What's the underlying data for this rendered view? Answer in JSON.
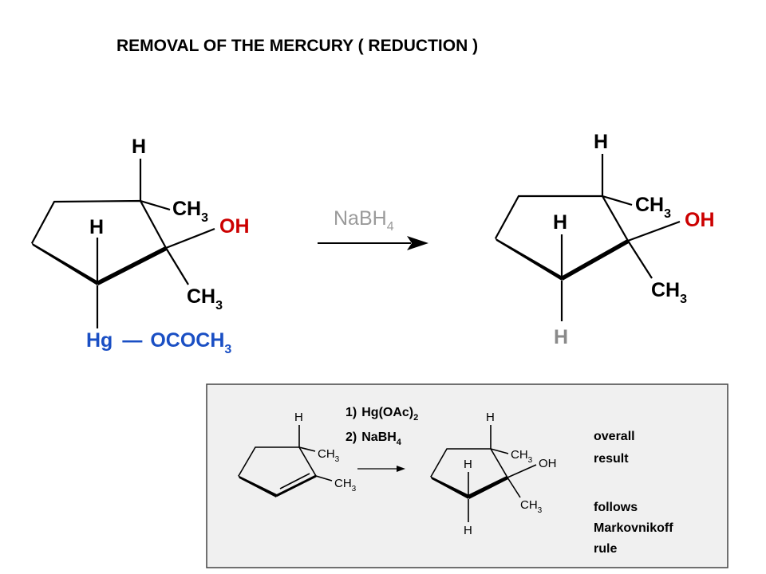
{
  "title": "REMOVAL OF THE MERCURY   ( REDUCTION )",
  "colors": {
    "oh": "#cc0000",
    "mercury": "#1a4fc4",
    "reagent": "#9a9a9a",
    "product_h": "#8a8a8a",
    "inset_bg": "#f0f0f0",
    "inset_border": "#444444"
  },
  "left_molecule": {
    "h_top": "H",
    "h_left": "H",
    "ch3_upper": "CH",
    "ch3_upper_sub": "3",
    "oh": "OH",
    "ch3_lower": "CH",
    "ch3_lower_sub": "3",
    "hg": "Hg",
    "dash": "—",
    "acetate": "OCOCH",
    "acetate_sub": "3"
  },
  "reagent": {
    "label": "NaBH",
    "label_sub": "4"
  },
  "right_molecule": {
    "h_top": "H",
    "h_left": "H",
    "ch3_upper": "CH",
    "ch3_upper_sub": "3",
    "oh": "OH",
    "ch3_lower": "CH",
    "ch3_lower_sub": "3",
    "h_bottom": "H"
  },
  "inset": {
    "step1_num": "1)",
    "step1": "Hg(OAc)",
    "step1_sub": "2",
    "step2_num": "2)",
    "step2": "NaBH",
    "step2_sub": "4",
    "reactant": {
      "h_top": "H",
      "ch3_upper": "CH",
      "ch3_upper_sub": "3",
      "ch3_lower": "CH",
      "ch3_lower_sub": "3"
    },
    "product": {
      "h_top": "H",
      "h_left": "H",
      "ch3_upper": "CH",
      "ch3_upper_sub": "3",
      "oh": "OH",
      "ch3_lower": "CH",
      "ch3_lower_sub": "3",
      "h_bottom": "H"
    },
    "note1_line1": "overall",
    "note1_line2": "result",
    "note2_line1": "follows",
    "note2_line2": "Markovnikoff",
    "note2_line3": "rule"
  }
}
